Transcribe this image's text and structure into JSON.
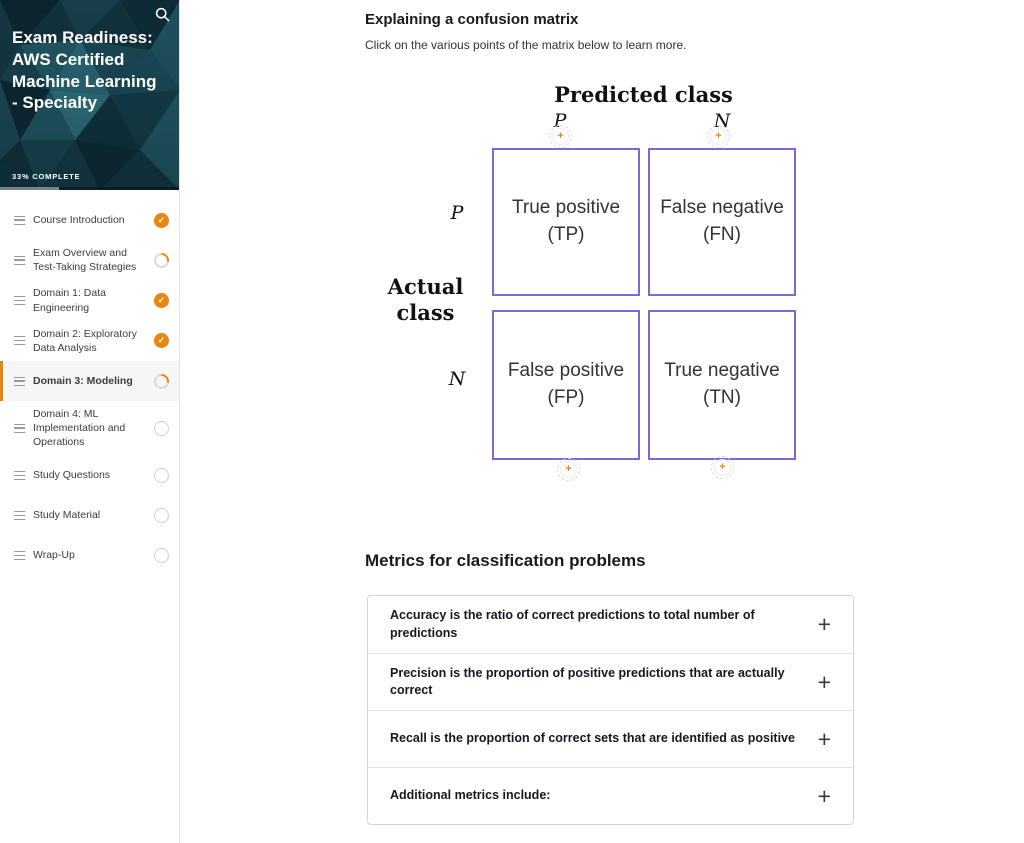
{
  "colors": {
    "accent_orange": "#e8860d",
    "matrix_purple": "#7b68d9",
    "banner_teal": "#133540"
  },
  "sidebar": {
    "title": "Exam Readiness: AWS Certified Machine Learning - Specialty",
    "progress_label": "33% COMPLETE",
    "progress_percent": 33,
    "items": [
      {
        "label": "Course Introduction",
        "status": "complete"
      },
      {
        "label": "Exam Overview and Test-Taking Strategies",
        "status": "partial"
      },
      {
        "label": "Domain 1: Data Engineering",
        "status": "complete"
      },
      {
        "label": "Domain 2: Exploratory Data Analysis",
        "status": "complete"
      },
      {
        "label": "Domain 3: Modeling",
        "status": "partial",
        "active": true
      },
      {
        "label": "Domain 4: ML Implementation and Operations",
        "status": "none"
      },
      {
        "label": "Study Questions",
        "status": "none"
      },
      {
        "label": "Study Material",
        "status": "none"
      },
      {
        "label": "Wrap-Up",
        "status": "none"
      }
    ]
  },
  "main": {
    "heading": "Explaining a confusion matrix",
    "subheading": "Click on the various points of the matrix below to learn more.",
    "matrix": {
      "predicted_label": "Predicted class",
      "actual_label_line1": "Actual",
      "actual_label_line2": "class",
      "col_labels": [
        "P",
        "N"
      ],
      "row_labels": [
        "P",
        "N"
      ],
      "cells": [
        "True positive (TP)",
        "False negative (FN)",
        "False positive (FP)",
        "True negative (TN)"
      ],
      "plus_symbol": "+"
    },
    "metrics_heading": "Metrics for classification problems",
    "accordion": [
      "Accuracy is the ratio of correct predictions to total number of predictions",
      "Precision is the proportion of positive predictions that are actually correct",
      "Recall is the proportion of correct sets that are identified as positive",
      "Additional metrics include:"
    ],
    "accordion_expand_symbol": "+"
  }
}
